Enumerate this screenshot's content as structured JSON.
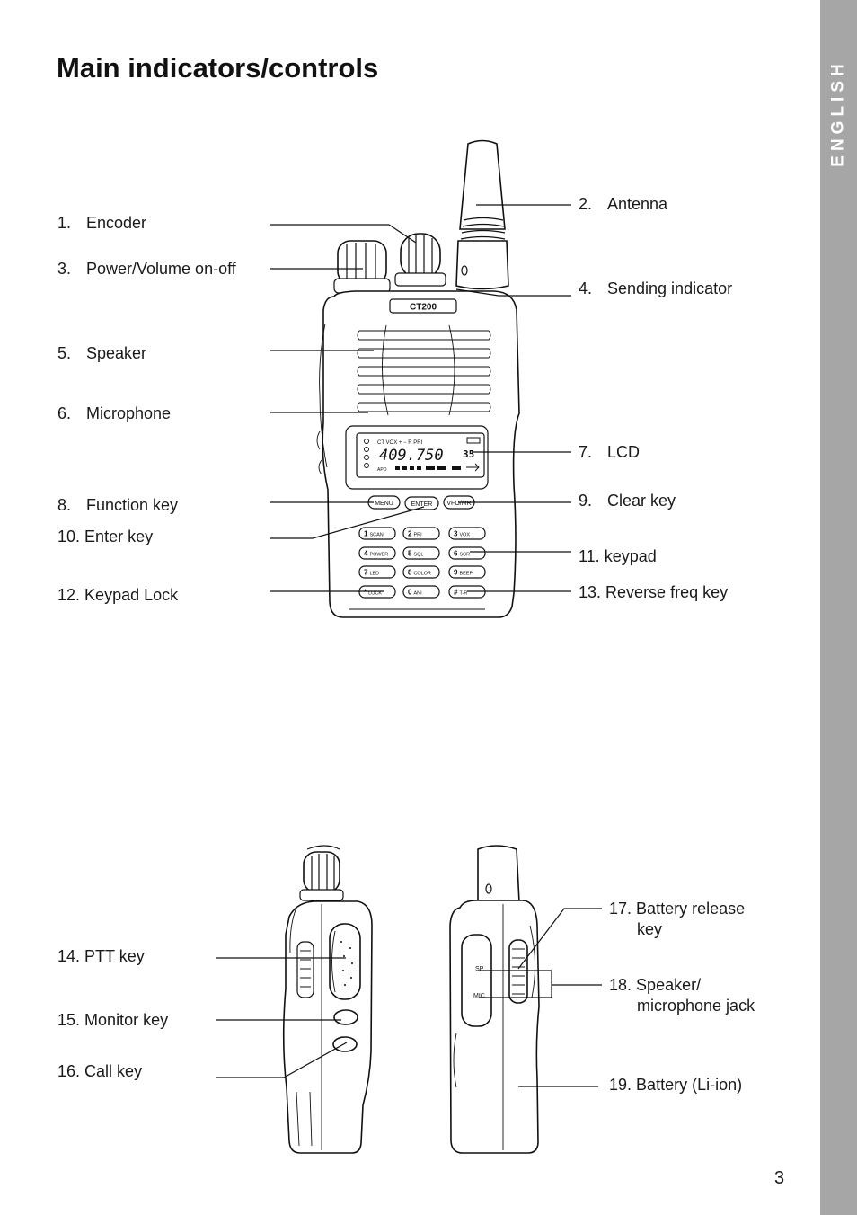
{
  "page": {
    "title": "Main indicators/controls",
    "side_tab": "ENGLISH",
    "page_number": "3"
  },
  "radio": {
    "model": "CT200",
    "lcd_frequency": "409.750",
    "lcd_channel": "35",
    "lcd_indicators": [
      "CT",
      "VOX",
      "+",
      "−",
      "R",
      "PRI",
      "APO"
    ],
    "buttons": [
      "MENU",
      "ENTER",
      "VFO/MR"
    ],
    "keypad": [
      {
        "digit": "1",
        "label": "SCAN"
      },
      {
        "digit": "2",
        "label": "PRI"
      },
      {
        "digit": "3",
        "label": "VOX"
      },
      {
        "digit": "4",
        "label": "POWER"
      },
      {
        "digit": "5",
        "label": "SQL"
      },
      {
        "digit": "6",
        "label": "SCR"
      },
      {
        "digit": "7",
        "label": "LED"
      },
      {
        "digit": "8",
        "label": "COLOR"
      },
      {
        "digit": "9",
        "label": "BEEP"
      },
      {
        "digit": "*",
        "label": "LOCK"
      },
      {
        "digit": "0",
        "label": "ANI"
      },
      {
        "digit": "#",
        "label": "T-R"
      }
    ],
    "jack_labels": [
      "SP",
      "MIC"
    ]
  },
  "labels": {
    "l1": {
      "num": "1.",
      "text": "Encoder"
    },
    "l2": {
      "num": "2.",
      "text": "Antenna"
    },
    "l3": {
      "num": "3.",
      "text": "Power/Volume on-off"
    },
    "l4": {
      "num": "4.",
      "text": "Sending indicator"
    },
    "l5": {
      "num": "5.",
      "text": "Speaker"
    },
    "l6": {
      "num": "6.",
      "text": "Microphone"
    },
    "l7": {
      "num": "7.",
      "text": "LCD"
    },
    "l8": {
      "num": "8.",
      "text": "Function key"
    },
    "l9": {
      "num": "9.",
      "text": "Clear key"
    },
    "l10": {
      "num": "10.",
      "text": "Enter key"
    },
    "l11": {
      "num": "11.",
      "text": "keypad"
    },
    "l12": {
      "num": "12.",
      "text": "Keypad Lock"
    },
    "l13": {
      "num": "13.",
      "text": "Reverse freq key"
    },
    "l14": {
      "num": "14.",
      "text": "PTT key"
    },
    "l15": {
      "num": "15.",
      "text": "Monitor key"
    },
    "l16": {
      "num": "16.",
      "text": "Call key"
    },
    "l17": {
      "num": "17.",
      "text": "Battery release",
      "text2": "key"
    },
    "l18": {
      "num": "18.",
      "text": "Speaker/",
      "text2": "microphone jack"
    },
    "l19": {
      "num": "19.",
      "text": "Battery (Li-ion)"
    }
  }
}
